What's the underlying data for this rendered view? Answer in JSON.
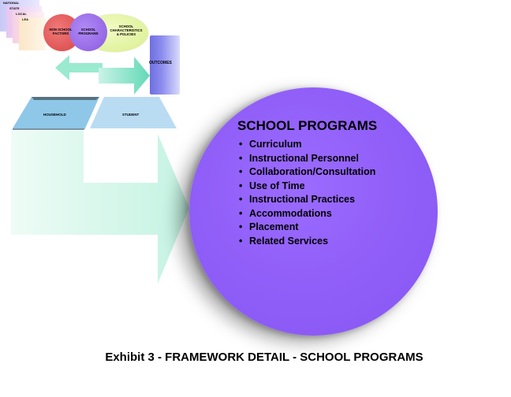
{
  "levels": [
    "NATIONAL",
    "STATE",
    "LOCAL",
    "LEA"
  ],
  "venn": {
    "non_school": "NON SCHOOL\nFACTORS",
    "school_programs": "SCHOOL\nPROGRAMS",
    "school_characteristics": "SCHOOL\nCHARACTERISTICS\n& POLICIES"
  },
  "outcomes_label": "OUTCOMES",
  "household_label": "HOUSEHOLD",
  "student_label": "STUDENT",
  "main": {
    "title": "SCHOOL PROGRAMS",
    "items": [
      "Curriculum",
      "Instructional Personnel",
      "Collaboration/Consultation",
      "Use of Time",
      "Instructional Practices",
      "Accommodations",
      "Placement",
      "Related Services"
    ],
    "bullet": "•"
  },
  "caption": "Exhibit 3 - FRAMEWORK DETAIL - SCHOOL PROGRAMS",
  "colors": {
    "circle": "#8f5df7",
    "arrow": "#b8f2e0",
    "red_circle": "#e05a5a",
    "purple_circle": "#9a6ee8",
    "green_ellipse": "#e4f5a8",
    "outcomes": "#7e7ee8",
    "student_bar": "#b9dcf3"
  }
}
